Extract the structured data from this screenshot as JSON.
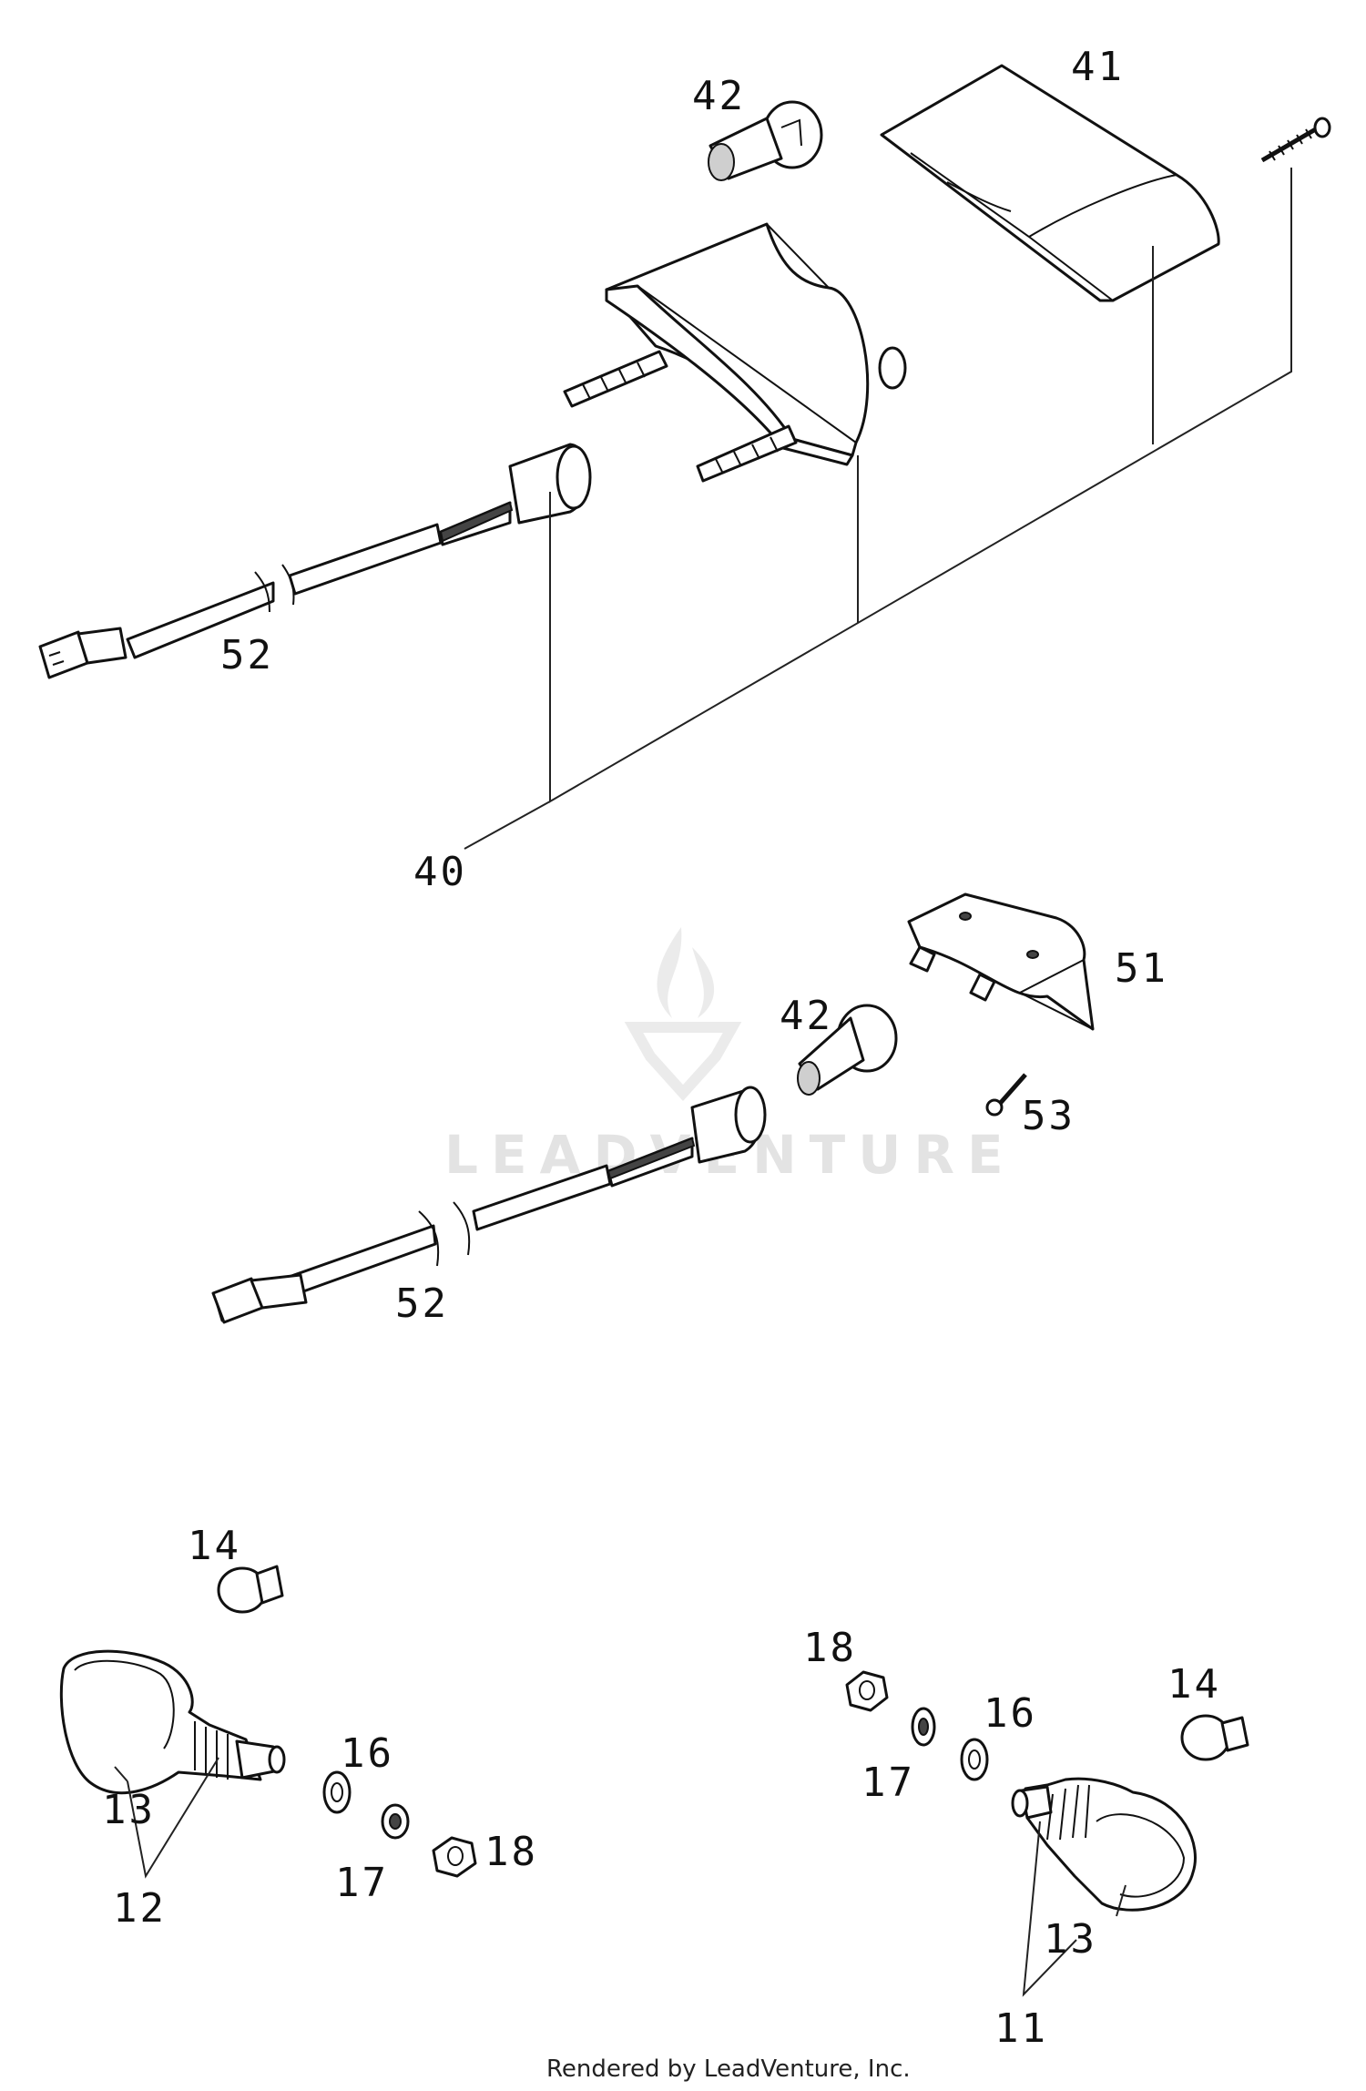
{
  "callouts": {
    "c41": "41",
    "c42_top": "42",
    "c52_top": "52",
    "c40": "40",
    "c51": "51",
    "c42_mid": "42",
    "c53": "53",
    "c52_mid": "52",
    "c14_left": "14",
    "c13_left": "13",
    "c12": "12",
    "c16_left": "16",
    "c17_left": "17",
    "c18_left": "18",
    "c18_right": "18",
    "c17_right": "17",
    "c16_right": "16",
    "c14_right": "14",
    "c13_right": "13",
    "c11": "11"
  },
  "watermark": {
    "text": "LEADVENTURE"
  },
  "footer": {
    "text": "Rendered by LeadVenture, Inc."
  }
}
